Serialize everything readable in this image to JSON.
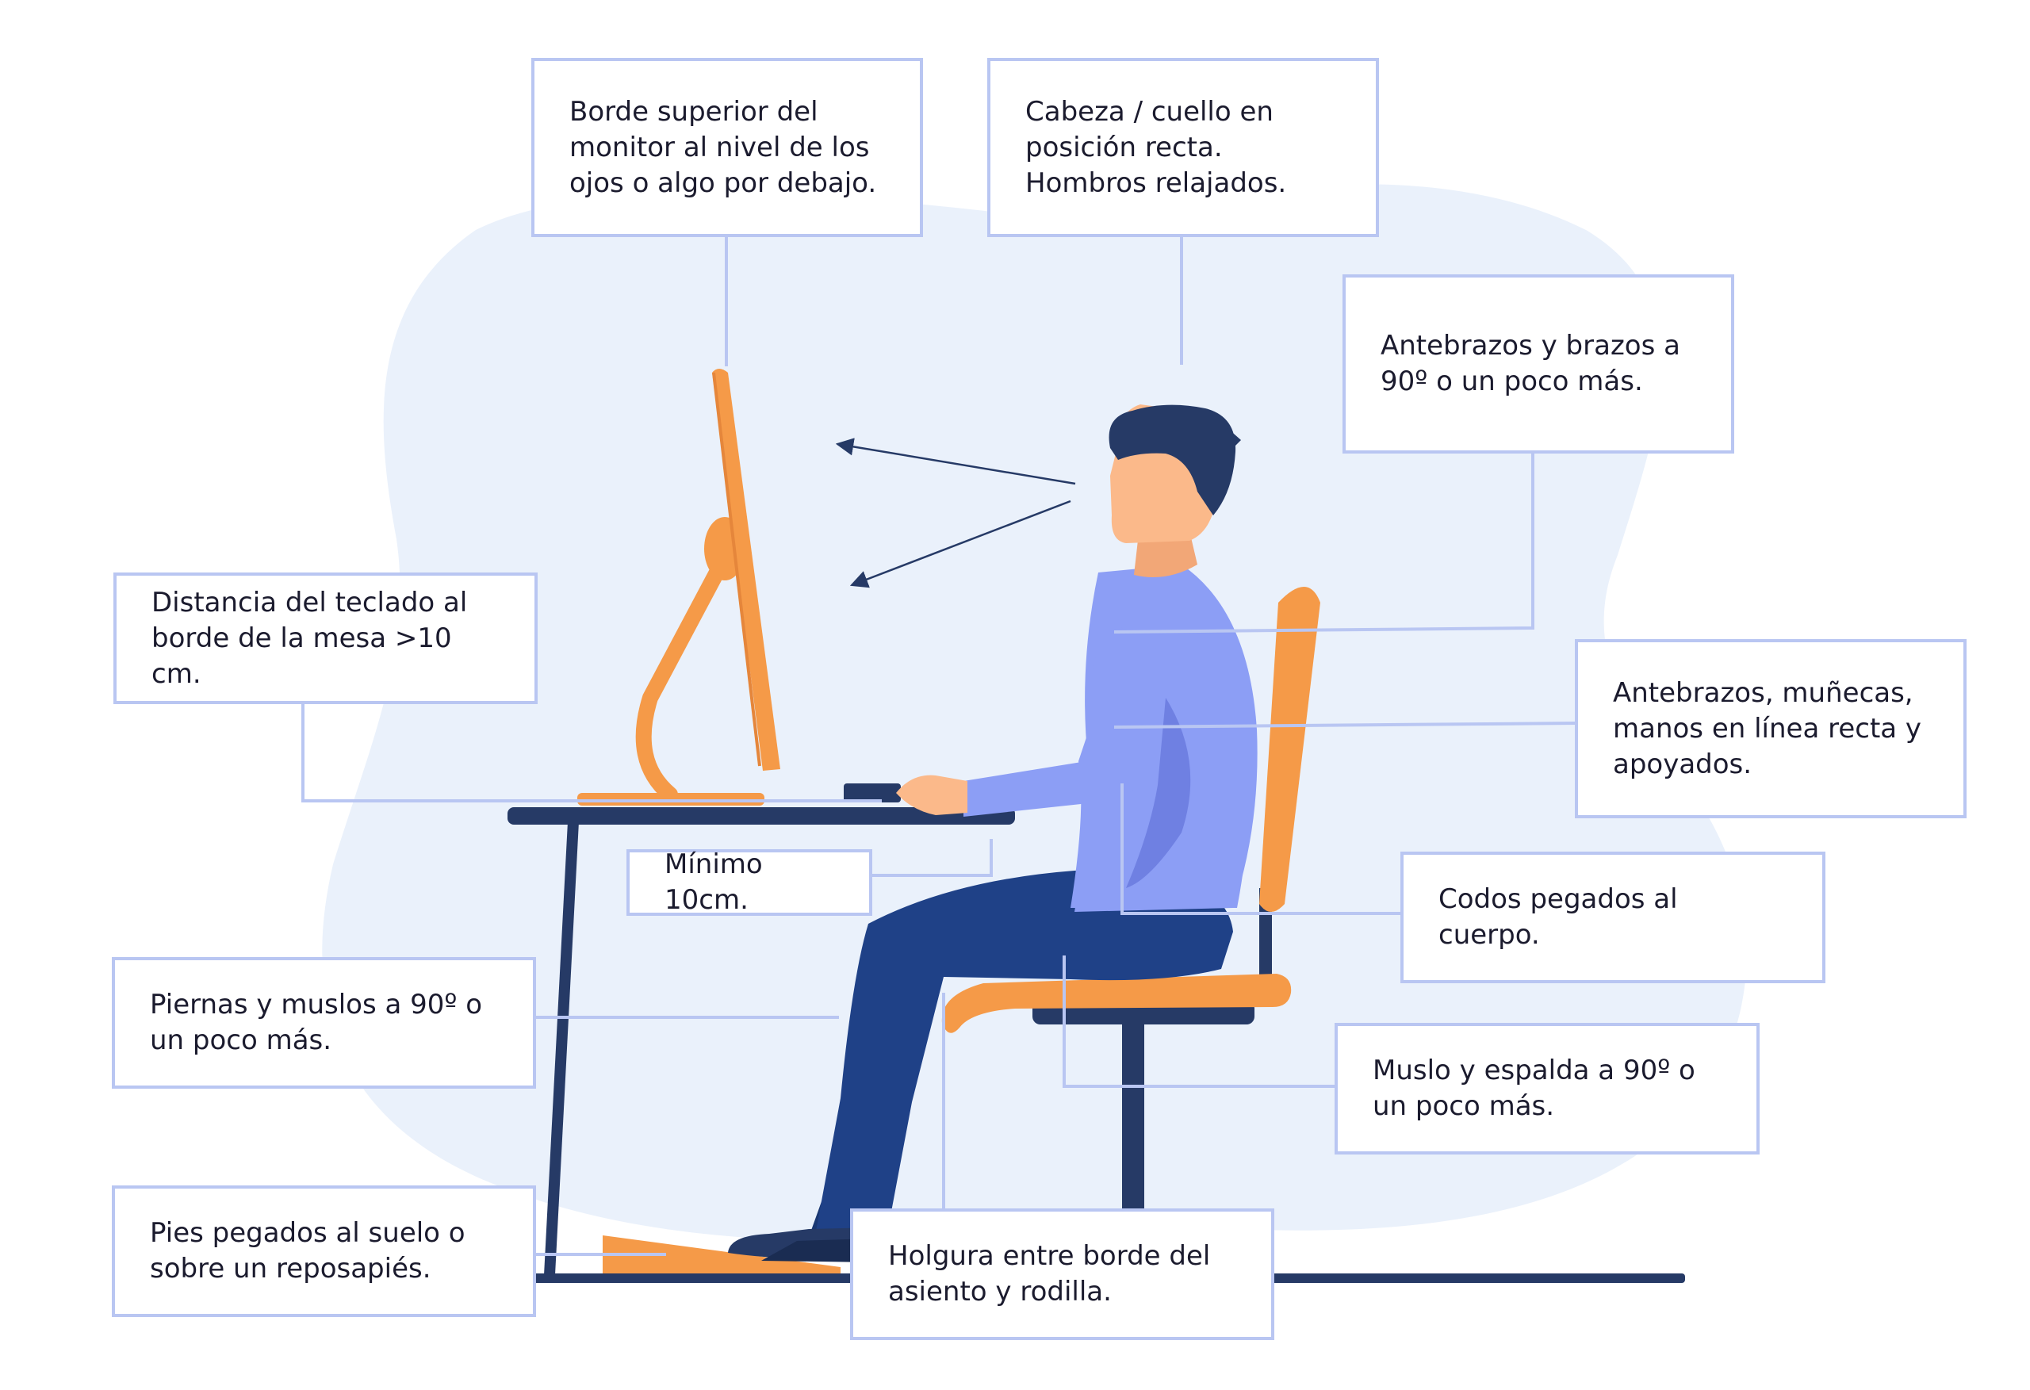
{
  "labels": {
    "monitor_top": "Borde superior del\nmonitor al nivel de los\nojos o algo por debajo.",
    "head_neck": "Cabeza / cuello en\nposición recta.\nHombros relajados.",
    "forearms_arms": "Antebrazos y brazos a\n90º o un poco más.",
    "keyboard_distance": "Distancia del teclado al\nborde de la mesa >10 cm.",
    "wrists_hands": "Antebrazos, muñecas,\nmanos en línea recta y\napoyados.",
    "minimum": "Mínimo 10cm.",
    "elbows": "Codos pegados al cuerpo.",
    "legs_thighs": "Piernas y muslos a 90º o\nun poco más.",
    "thigh_back": "Muslo y espalda a 90º o\nun poco más.",
    "feet": "Pies pegados al suelo o\nsobre un reposapiés.",
    "seat_clearance": "Holgura entre borde del\nasiento y rodilla."
  },
  "colors": {
    "background_blob": "#eaf1fb",
    "label_border": "#b9c6f2",
    "connector": "#b9c6f2",
    "orange": "#f59a48",
    "navy": "#263a66",
    "sweater": "#8c9ef5",
    "sweater_shadow": "#6f80e2",
    "pants": "#1f4187",
    "skin": "#fbb98a",
    "hair": "#263a66"
  },
  "icons": [
    "monitor-icon",
    "keyboard-icon",
    "desk-icon",
    "chair-icon",
    "person-icon",
    "footrest-icon",
    "sight-arrow-icon"
  ]
}
